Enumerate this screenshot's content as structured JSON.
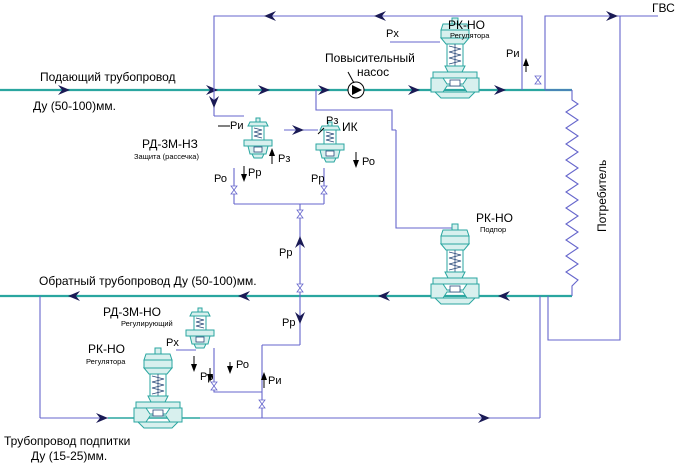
{
  "labels": {
    "gvs": "ГВС",
    "supply_pipe": "Подающий трубопровод",
    "supply_du": "Ду (50-100)мм.",
    "return_pipe": "Обратный трубопровод Ду (50-100)мм.",
    "makeup_pipe": "Трубопровод подпитки",
    "makeup_du": "Ду (15-25)мм.",
    "booster_pump_line1": "Повысительный",
    "booster_pump_line2": "насос",
    "consumer": "Потребитель",
    "rk_no_top": "РК-НО",
    "rk_no_top_sub": "Регулятора",
    "rd_3m_nz": "РД-3М-НЗ",
    "rd_3m_nz_sub": "Защита (рассечка)",
    "ik": "ИК",
    "rk_no_mid": "РК-НО",
    "rk_no_mid_sub": "Подпор",
    "rd_3m_no": "РД-3М-НО",
    "rd_3m_no_sub": "Регулирующий",
    "rk_no_bottom": "РК-НО",
    "rk_no_bottom_sub": "Регулятора",
    "px_top": "Рх",
    "pi_top": "Ри",
    "pi_rd": "Ри",
    "pz_rd": "Рз",
    "pz_ik": "Рз",
    "po_rd": "Ро",
    "pr_rd": "Рр",
    "pr_ik": "Рр",
    "po_ik": "Ро",
    "pr_mid1": "Рр",
    "pr_mid2": "Рр",
    "px_bot": "Рх",
    "pr_bot": "Рр",
    "po_bot": "Ро",
    "pi_bot": "Ри"
  }
}
